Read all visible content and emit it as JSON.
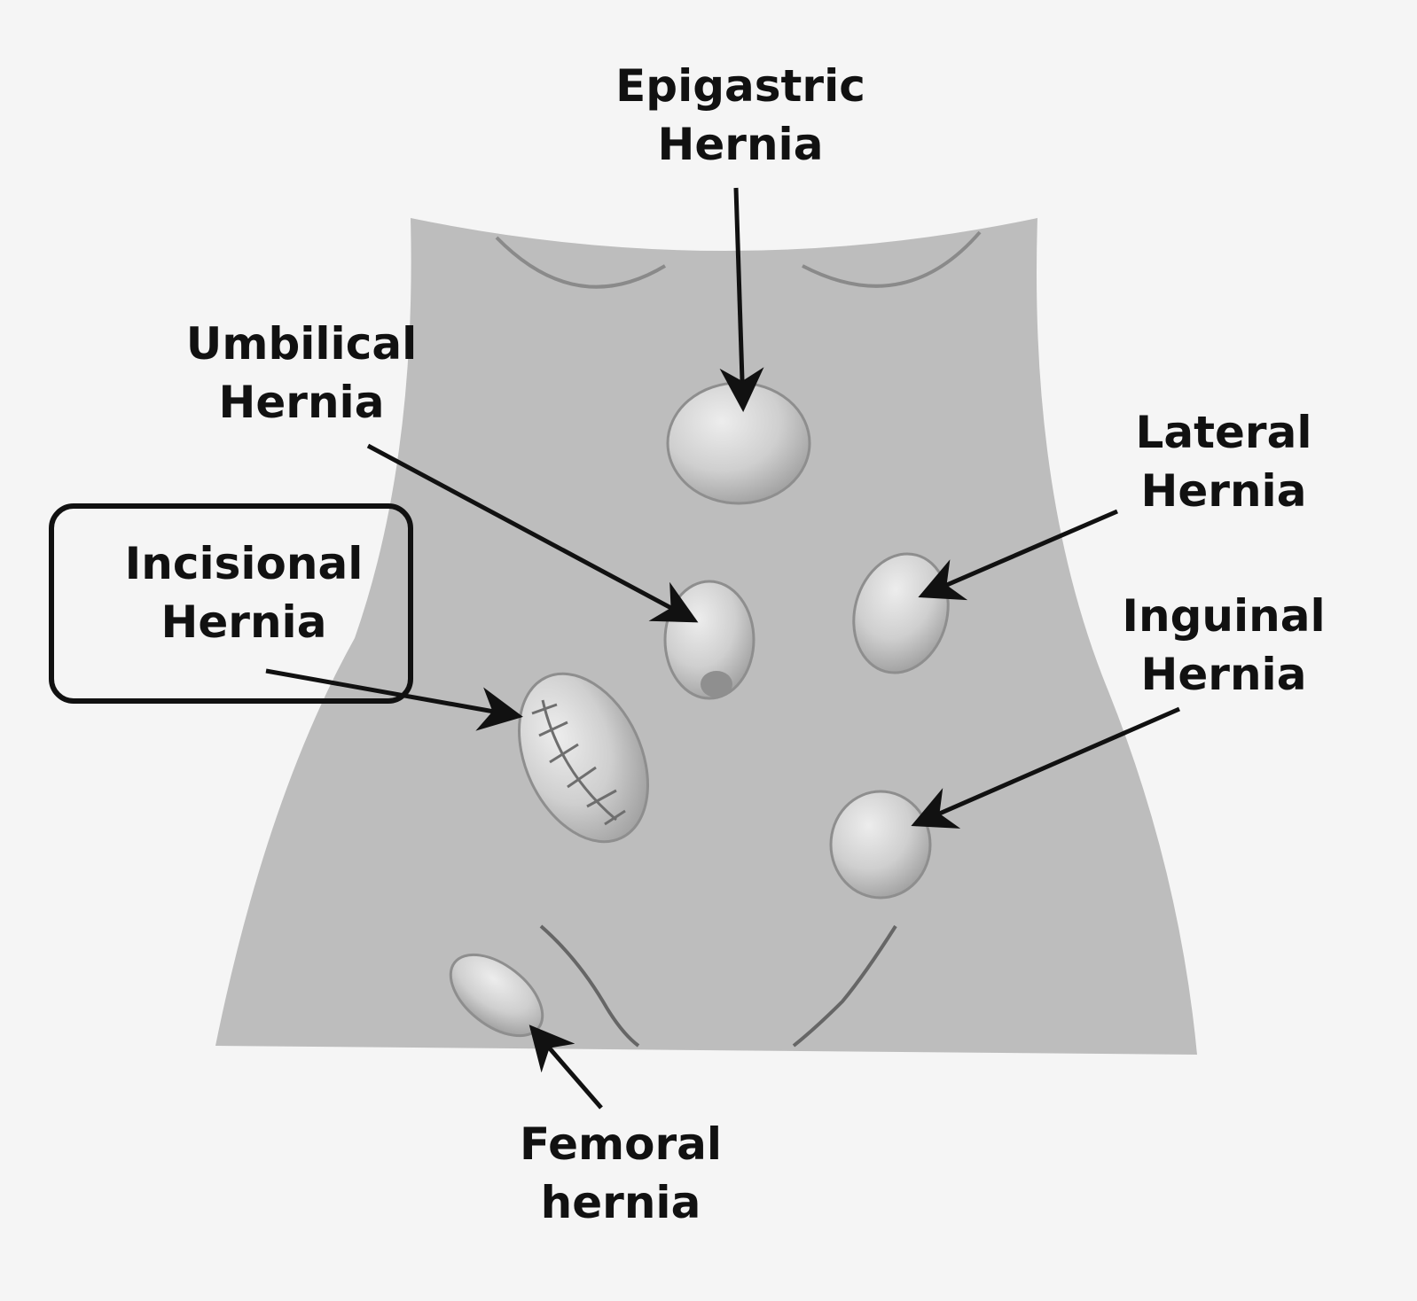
{
  "labels": {
    "epigastric": [
      "Epigastric",
      "Hernia"
    ],
    "umbilical": [
      "Umbilical",
      "Hernia"
    ],
    "incisional": [
      "Incisional",
      "Hernia"
    ],
    "lateral": [
      "Lateral",
      "Hernia"
    ],
    "inguinal": [
      "Inguinal",
      "Hernia"
    ],
    "femoral": [
      "Femoral",
      "hernia"
    ]
  },
  "highlighted_label": "incisional",
  "colors": {
    "background": "#f5f5f5",
    "torso": "#bdbdbd",
    "outline": "#111111",
    "bulge_light": "#e6e6e6",
    "bulge_dark": "#9a9a9a",
    "stitch": "#6e6e6e"
  }
}
